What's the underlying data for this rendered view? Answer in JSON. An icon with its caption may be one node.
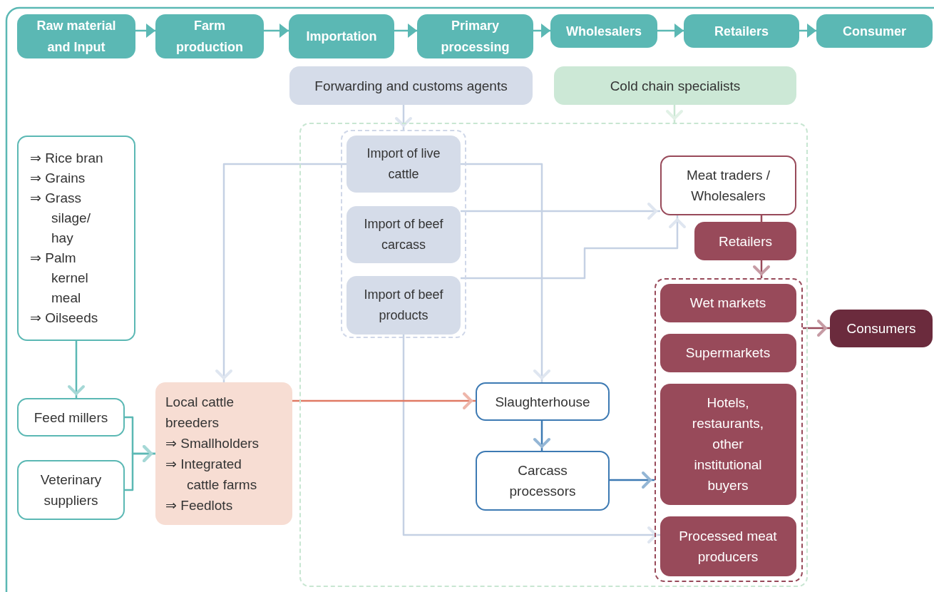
{
  "diagram": {
    "nodes": [
      {
        "text": [
          "Raw material and Input"
        ]
      },
      {
        "text": [
          "Farm production"
        ]
      },
      {
        "text": [
          "Importation"
        ]
      },
      {
        "text": [
          "Primary processing"
        ]
      },
      {
        "text": [
          "Wholesalers"
        ]
      },
      {
        "text": [
          "Retailers"
        ]
      },
      {
        "text": [
          "Consumer"
        ]
      },
      {
        "text": [
          "Forwarding and customs agents"
        ]
      },
      {
        "text": [
          "Cold chain specialists"
        ]
      },
      {
        "text": [
          "⇒ Rice bran",
          "⇒ Grains",
          "⇒ Grass silage/ hay",
          "⇒ Palm kernel meal",
          "⇒ Oilseeds"
        ]
      },
      {
        "text": [],
        "shape": "box"
      },
      {
        "text": [],
        "shape": "box",
        "in": 10
      },
      {
        "text": [
          "Import of live cattle"
        ],
        "in": 11
      },
      {
        "text": [
          "Import of beef carcass"
        ],
        "in": 11
      },
      {
        "text": [
          "Import of beef products"
        ],
        "in": 11
      },
      {
        "text": [
          "Meat traders / Wholesalers"
        ],
        "in": 10
      },
      {
        "text": [
          "Retailers"
        ],
        "in": 10
      },
      {
        "text": [],
        "shape": "box",
        "in": 10
      },
      {
        "text": [
          "Wet markets"
        ],
        "in": 17
      },
      {
        "text": [
          "Supermarkets"
        ],
        "in": 17
      },
      {
        "text": [
          "Hotels, restaurants, other institutional buyers"
        ],
        "in": 17
      },
      {
        "text": [
          "Processed meat producers"
        ],
        "in": 17
      },
      {
        "text": [
          "Consumers"
        ]
      },
      {
        "text": [
          "Feed millers"
        ]
      },
      {
        "text": [
          "Veterinary suppliers"
        ]
      },
      {
        "text": [
          "Local cattle breeders",
          "⇒ Smallholders",
          "⇒ Integrated cattle farms",
          "⇒ Feedlots"
        ]
      },
      {
        "text": [
          "Slaughterhouse"
        ],
        "in": 10
      },
      {
        "text": [
          "Carcass processors"
        ],
        "in": 10
      }
    ],
    "edges": [
      {
        "from": 0,
        "to": 1,
        "arrow": "to"
      },
      {
        "from": 1,
        "to": 2,
        "arrow": "to"
      },
      {
        "from": 2,
        "to": 3,
        "arrow": "to"
      },
      {
        "from": 3,
        "to": 4,
        "arrow": "to"
      },
      {
        "from": 4,
        "to": 5,
        "arrow": "to"
      },
      {
        "from": 5,
        "to": 6,
        "arrow": "to"
      },
      {
        "from": 7,
        "to": 11,
        "arrow": "to",
        "color": "#c5d1e4"
      },
      {
        "from": 8,
        "to": 10,
        "arrow": "to",
        "color": "#c8e6d2"
      },
      {
        "from": 9,
        "to": 23,
        "arrow": "to"
      },
      {
        "from": 23,
        "to": 25,
        "arrow": "to"
      },
      {
        "from": 24,
        "to": 25,
        "arrow": "to"
      },
      {
        "from": 12,
        "to": 25,
        "arrow": "to",
        "color": "#c5d1e4"
      },
      {
        "from": 12,
        "to": 26,
        "arrow": "to",
        "color": "#c5d1e4"
      },
      {
        "from": 13,
        "to": 15,
        "arrow": "to",
        "color": "#c5d1e4"
      },
      {
        "from": 14,
        "to": 15,
        "arrow": "to",
        "color": "#c5d1e4"
      },
      {
        "from": 14,
        "to": 21,
        "arrow": "to",
        "color": "#c5d1e4"
      },
      {
        "from": 25,
        "to": 26,
        "arrow": "to",
        "color": "#e07a64"
      },
      {
        "from": 26,
        "to": 27,
        "arrow": "to",
        "color": "#3d7ab3"
      },
      {
        "from": 27,
        "to": 17,
        "arrow": "to",
        "color": "#3d7ab3"
      },
      {
        "from": 15,
        "to": 16,
        "arrow": "none",
        "color": "#984a5a"
      },
      {
        "from": 16,
        "to": 17,
        "arrow": "to",
        "color": "#984a5a"
      },
      {
        "from": 17,
        "to": 22,
        "arrow": "to",
        "color": "#984a5a"
      }
    ]
  }
}
